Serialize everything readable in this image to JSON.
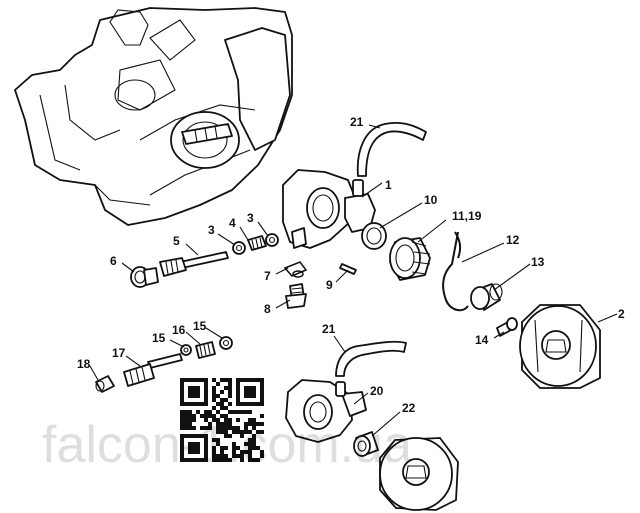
{
  "callouts": {
    "c1": "1",
    "c2": "2",
    "c3a": "3",
    "c3b": "3",
    "c4": "4",
    "c5": "5",
    "c6": "6",
    "c7": "7",
    "c8": "8",
    "c9": "9",
    "c10": "10",
    "c11_19": "11,19",
    "c12": "12",
    "c13": "13",
    "c14": "14",
    "c15a": "15",
    "c15b": "15",
    "c16": "16",
    "c17": "17",
    "c18": "18",
    "c20": "20",
    "c21a": "21",
    "c21b": "21",
    "c22": "22"
  },
  "watermark": "falcon-1.com.ua",
  "colors": {
    "line": "#111111",
    "background": "#ffffff"
  },
  "icons": {
    "qr": "qr-code"
  }
}
